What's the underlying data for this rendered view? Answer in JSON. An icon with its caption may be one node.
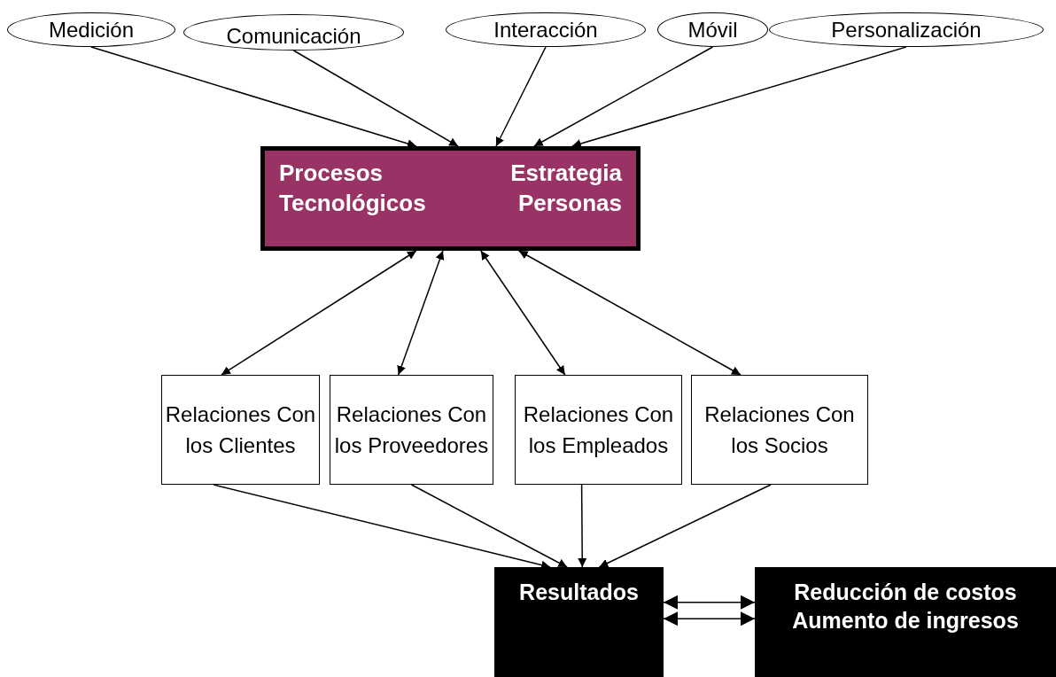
{
  "diagram": {
    "nodes": [
      {
        "text": [
          "Medición"
        ]
      },
      {
        "text": [
          "Comunicación"
        ]
      },
      {
        "text": [
          "Interacción"
        ]
      },
      {
        "text": [
          "Móvil"
        ]
      },
      {
        "text": [
          "Personalización"
        ]
      },
      {
        "text": [
          "Procesos",
          "Estrategia",
          "Tecnológicos",
          "Personas"
        ]
      },
      {
        "text": [
          "Relaciones Con los Clientes"
        ]
      },
      {
        "text": [
          "Relaciones Con los Proveedores"
        ]
      },
      {
        "text": [
          "Relaciones Con los Empleados"
        ]
      },
      {
        "text": [
          "Relaciones Con los Socios"
        ]
      },
      {
        "text": [
          "Resultados"
        ]
      },
      {
        "text": [
          "Reducción de costos",
          "Aumento de ingresos"
        ]
      }
    ],
    "edges": [
      {
        "from": 0,
        "to": 5,
        "arrow": "to"
      },
      {
        "from": 1,
        "to": 5,
        "arrow": "to"
      },
      {
        "from": 2,
        "to": 5,
        "arrow": "to"
      },
      {
        "from": 3,
        "to": 5,
        "arrow": "to"
      },
      {
        "from": 4,
        "to": 5,
        "arrow": "to"
      },
      {
        "from": 5,
        "to": 6,
        "arrow": "both"
      },
      {
        "from": 5,
        "to": 7,
        "arrow": "both"
      },
      {
        "from": 5,
        "to": 8,
        "arrow": "both"
      },
      {
        "from": 5,
        "to": 9,
        "arrow": "both"
      },
      {
        "from": 6,
        "to": 10,
        "arrow": "to"
      },
      {
        "from": 7,
        "to": 10,
        "arrow": "to"
      },
      {
        "from": 8,
        "to": 10,
        "arrow": "to"
      },
      {
        "from": 9,
        "to": 10,
        "arrow": "to"
      },
      {
        "from": 10,
        "to": 11,
        "arrow": "both"
      },
      {
        "from": 10,
        "to": 11,
        "arrow": "both"
      }
    ]
  }
}
